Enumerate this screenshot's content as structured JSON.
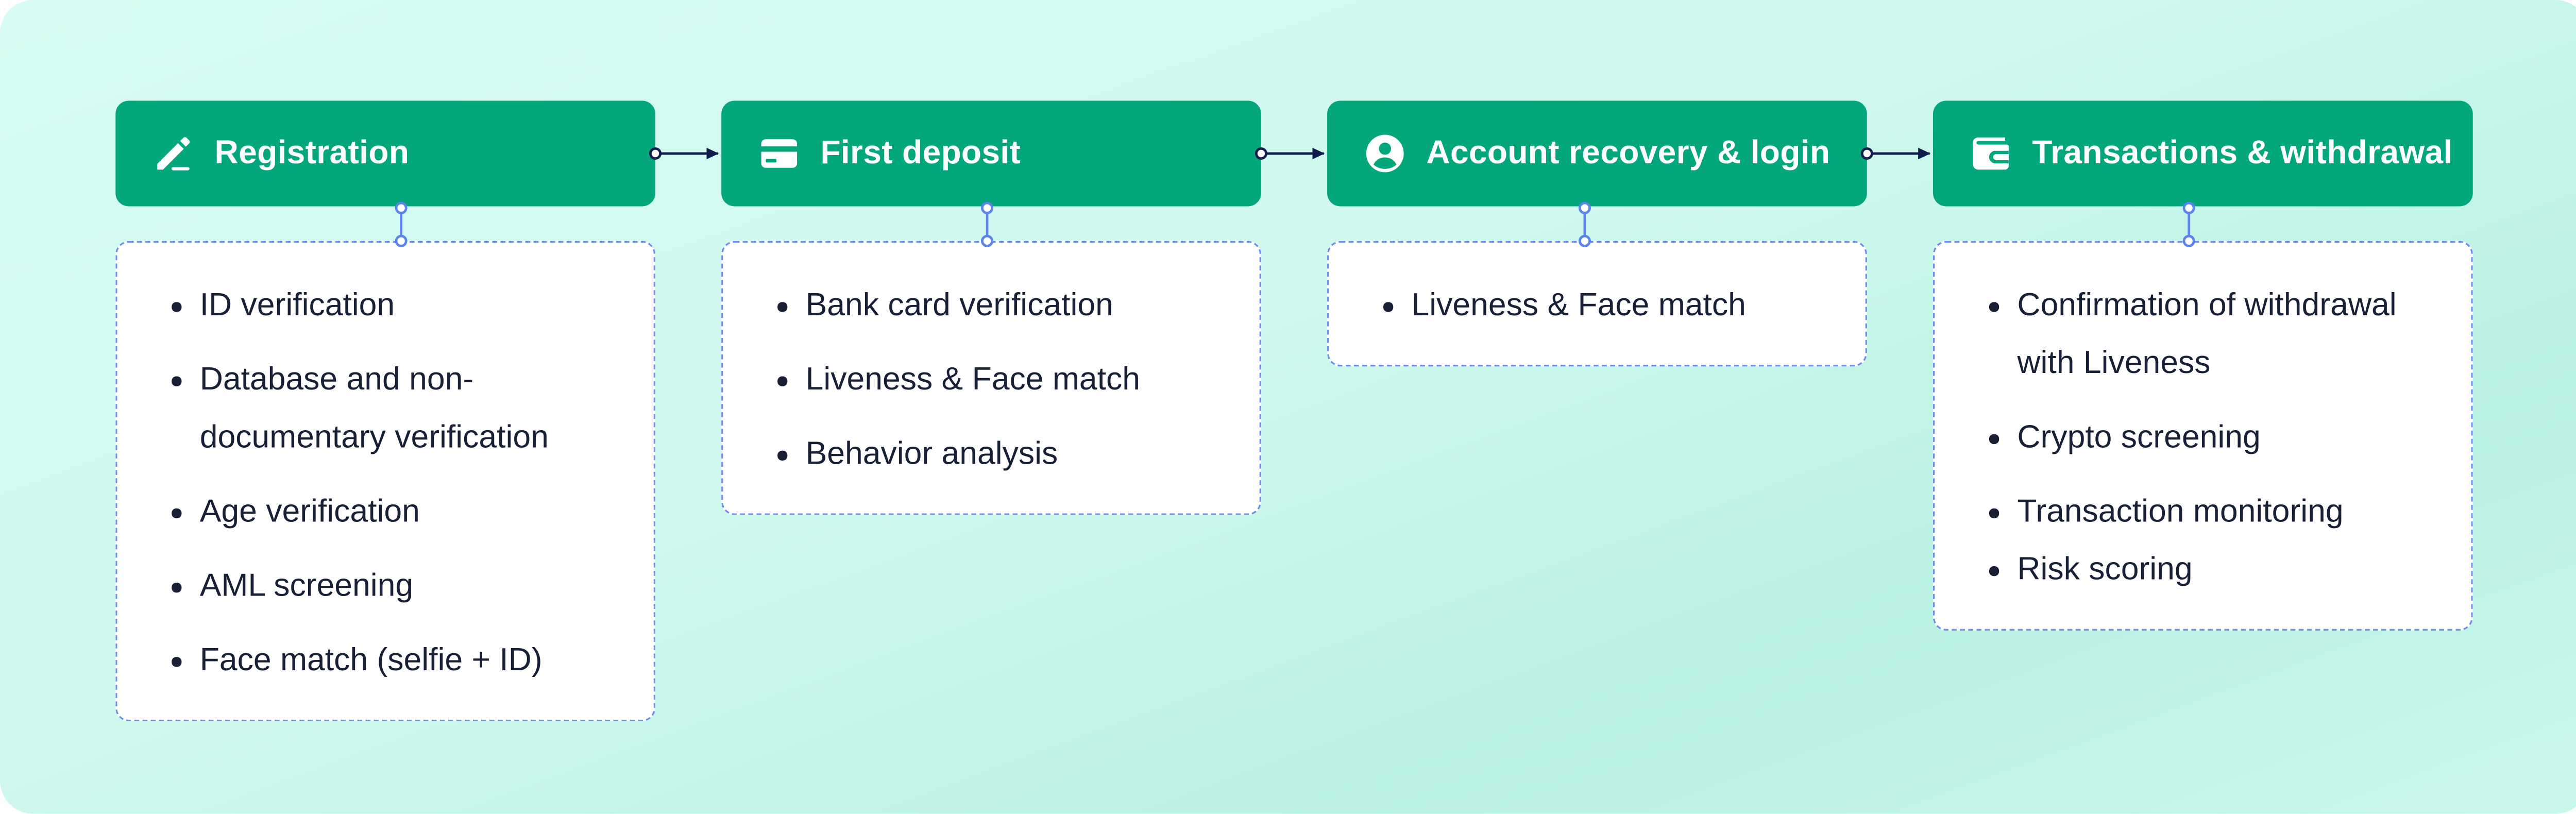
{
  "stages": [
    {
      "title": "Registration",
      "icon": "pencil-icon",
      "items": [
        "ID verification",
        "Database and non-documentary verification",
        "Age verification",
        "AML screening",
        "Face match (selfie + ID)"
      ]
    },
    {
      "title": "First deposit",
      "icon": "credit-card-icon",
      "items": [
        "Bank card verification",
        "Liveness & Face match",
        "Behavior analysis"
      ]
    },
    {
      "title": "Account recovery & login",
      "icon": "user-circle-icon",
      "items": [
        "Liveness & Face match"
      ]
    },
    {
      "title": "Transactions & withdrawal",
      "icon": "wallet-icon",
      "items": [
        "Confirmation of withdrawal with Liveness",
        "Crypto screening",
        "Transaction monitoring",
        "Risk scoring"
      ]
    }
  ],
  "colors": {
    "header": "#04a77c",
    "card_border": "#6f8ef0",
    "arrow": "#0f1b4d",
    "text": "#172036"
  }
}
